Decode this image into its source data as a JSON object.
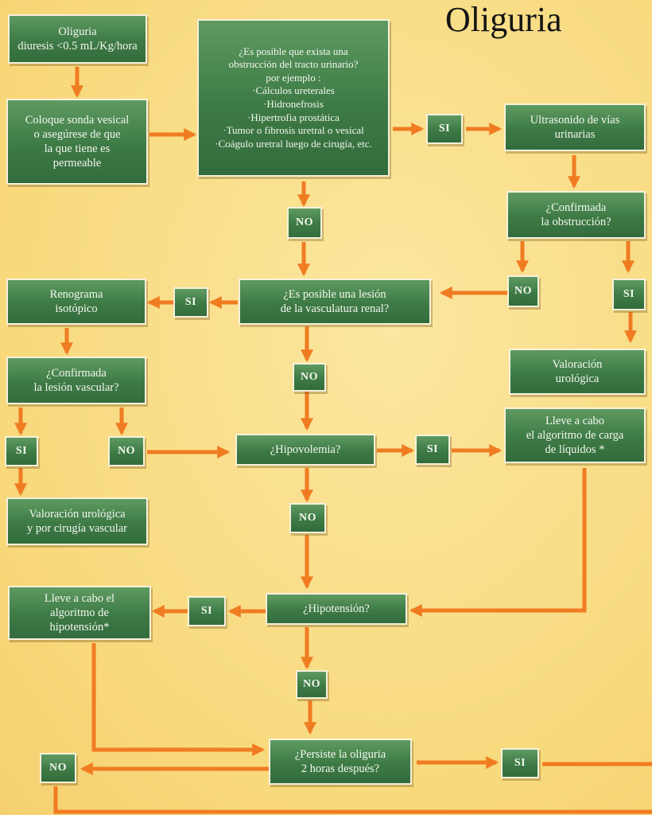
{
  "title": "Oliguria",
  "boxes": {
    "oliguria_def": [
      "Oliguria",
      "diuresis <0.5 mL/Kg/hora"
    ],
    "sonda": [
      "Coloque sonda vesical",
      "o asegúrese de que",
      "la que tiene es",
      "permeable"
    ],
    "obstruccion_q": [
      "¿Es posible que exista una",
      "obstrucción del tracto urinario?",
      "por ejemplo :",
      "·Cálculos ureterales",
      "·Hidronefrosis",
      "·Hipertrofia prostática",
      "·Tumor o fibrosis uretral o vesical",
      "·Coágulo uretral luego de cirugía, etc."
    ],
    "ultrasonido": [
      "Ultrasonido de vías",
      "urinarias"
    ],
    "confirmada_obstruccion": [
      "¿Confirmada",
      "la obstrucción?"
    ],
    "renograma": [
      "Renograma",
      "isotópico"
    ],
    "lesion_vasc_q": [
      "¿Es posible una lesión",
      "de la vasculatura renal?"
    ],
    "confirmada_lesion": [
      "¿Confirmada",
      "la lesión vascular?"
    ],
    "valoracion_uro": [
      "Valoración",
      "urológica"
    ],
    "hipovolemia_q": [
      "¿Hipovolemia?"
    ],
    "carga_liquidos": [
      "Lleve a cabo",
      "el algoritmo de carga",
      "de líquidos *"
    ],
    "valoracion_uro_vasc": [
      "Valoración urológica",
      "y por cirugía vascular"
    ],
    "hipotension_alg": [
      "Lleve a cabo el",
      "algoritmo de",
      "hipotensión*"
    ],
    "hipotension_q": [
      "¿Hipotensión?"
    ],
    "persiste_q": [
      "¿Persiste la oliguria",
      "2 horas después?"
    ]
  },
  "labels": {
    "yes": "SI",
    "no": "NO"
  },
  "colors": {
    "box": "#3e7a45",
    "arrow": "#f07c22",
    "background": "#f9dd86"
  }
}
